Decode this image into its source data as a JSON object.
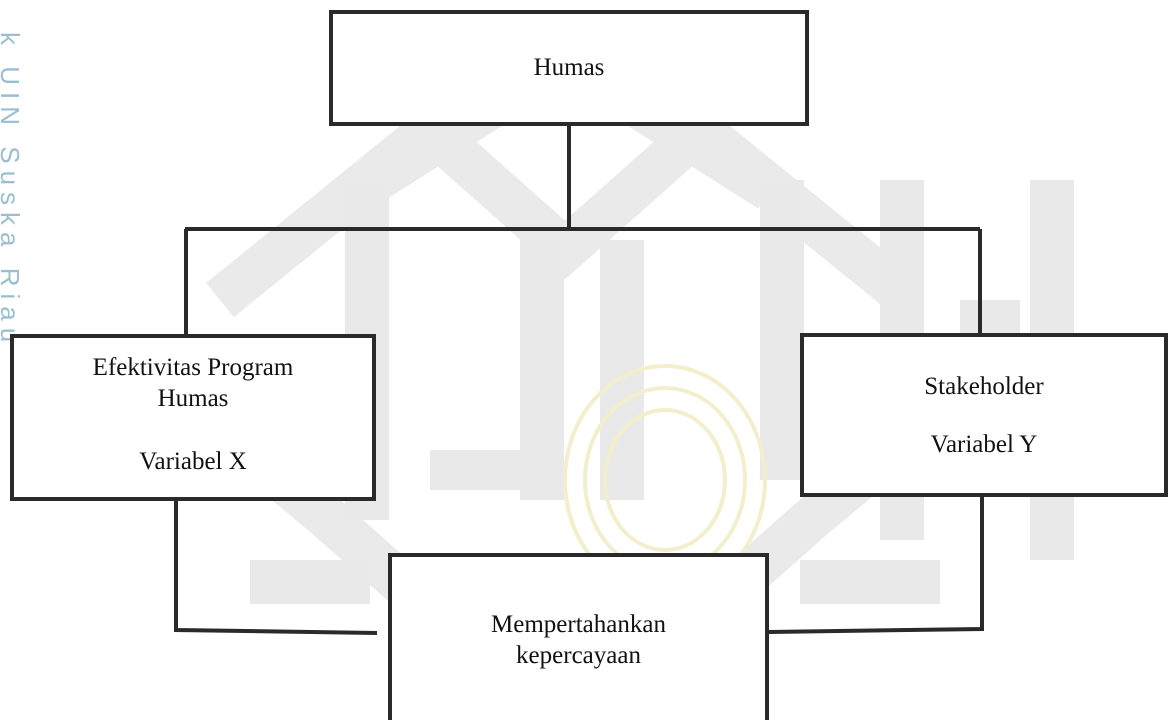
{
  "side_text": "k UIN Suska Riau",
  "nodes": {
    "top": {
      "label": "Humas"
    },
    "left": {
      "line1": "Efektivitas Program",
      "line2": "Humas",
      "variable": "Variabel X"
    },
    "right": {
      "label": "Stakeholder",
      "variable": "Variabel Y"
    },
    "bottom": {
      "line1": "Mempertahankan",
      "line2": "kepercayaan"
    }
  },
  "colors": {
    "border": "#2a2a2a",
    "watermark_gray": "#e6e6e6",
    "watermark_gold": "#f5f0c6",
    "side_text": "#8fb8ce"
  }
}
